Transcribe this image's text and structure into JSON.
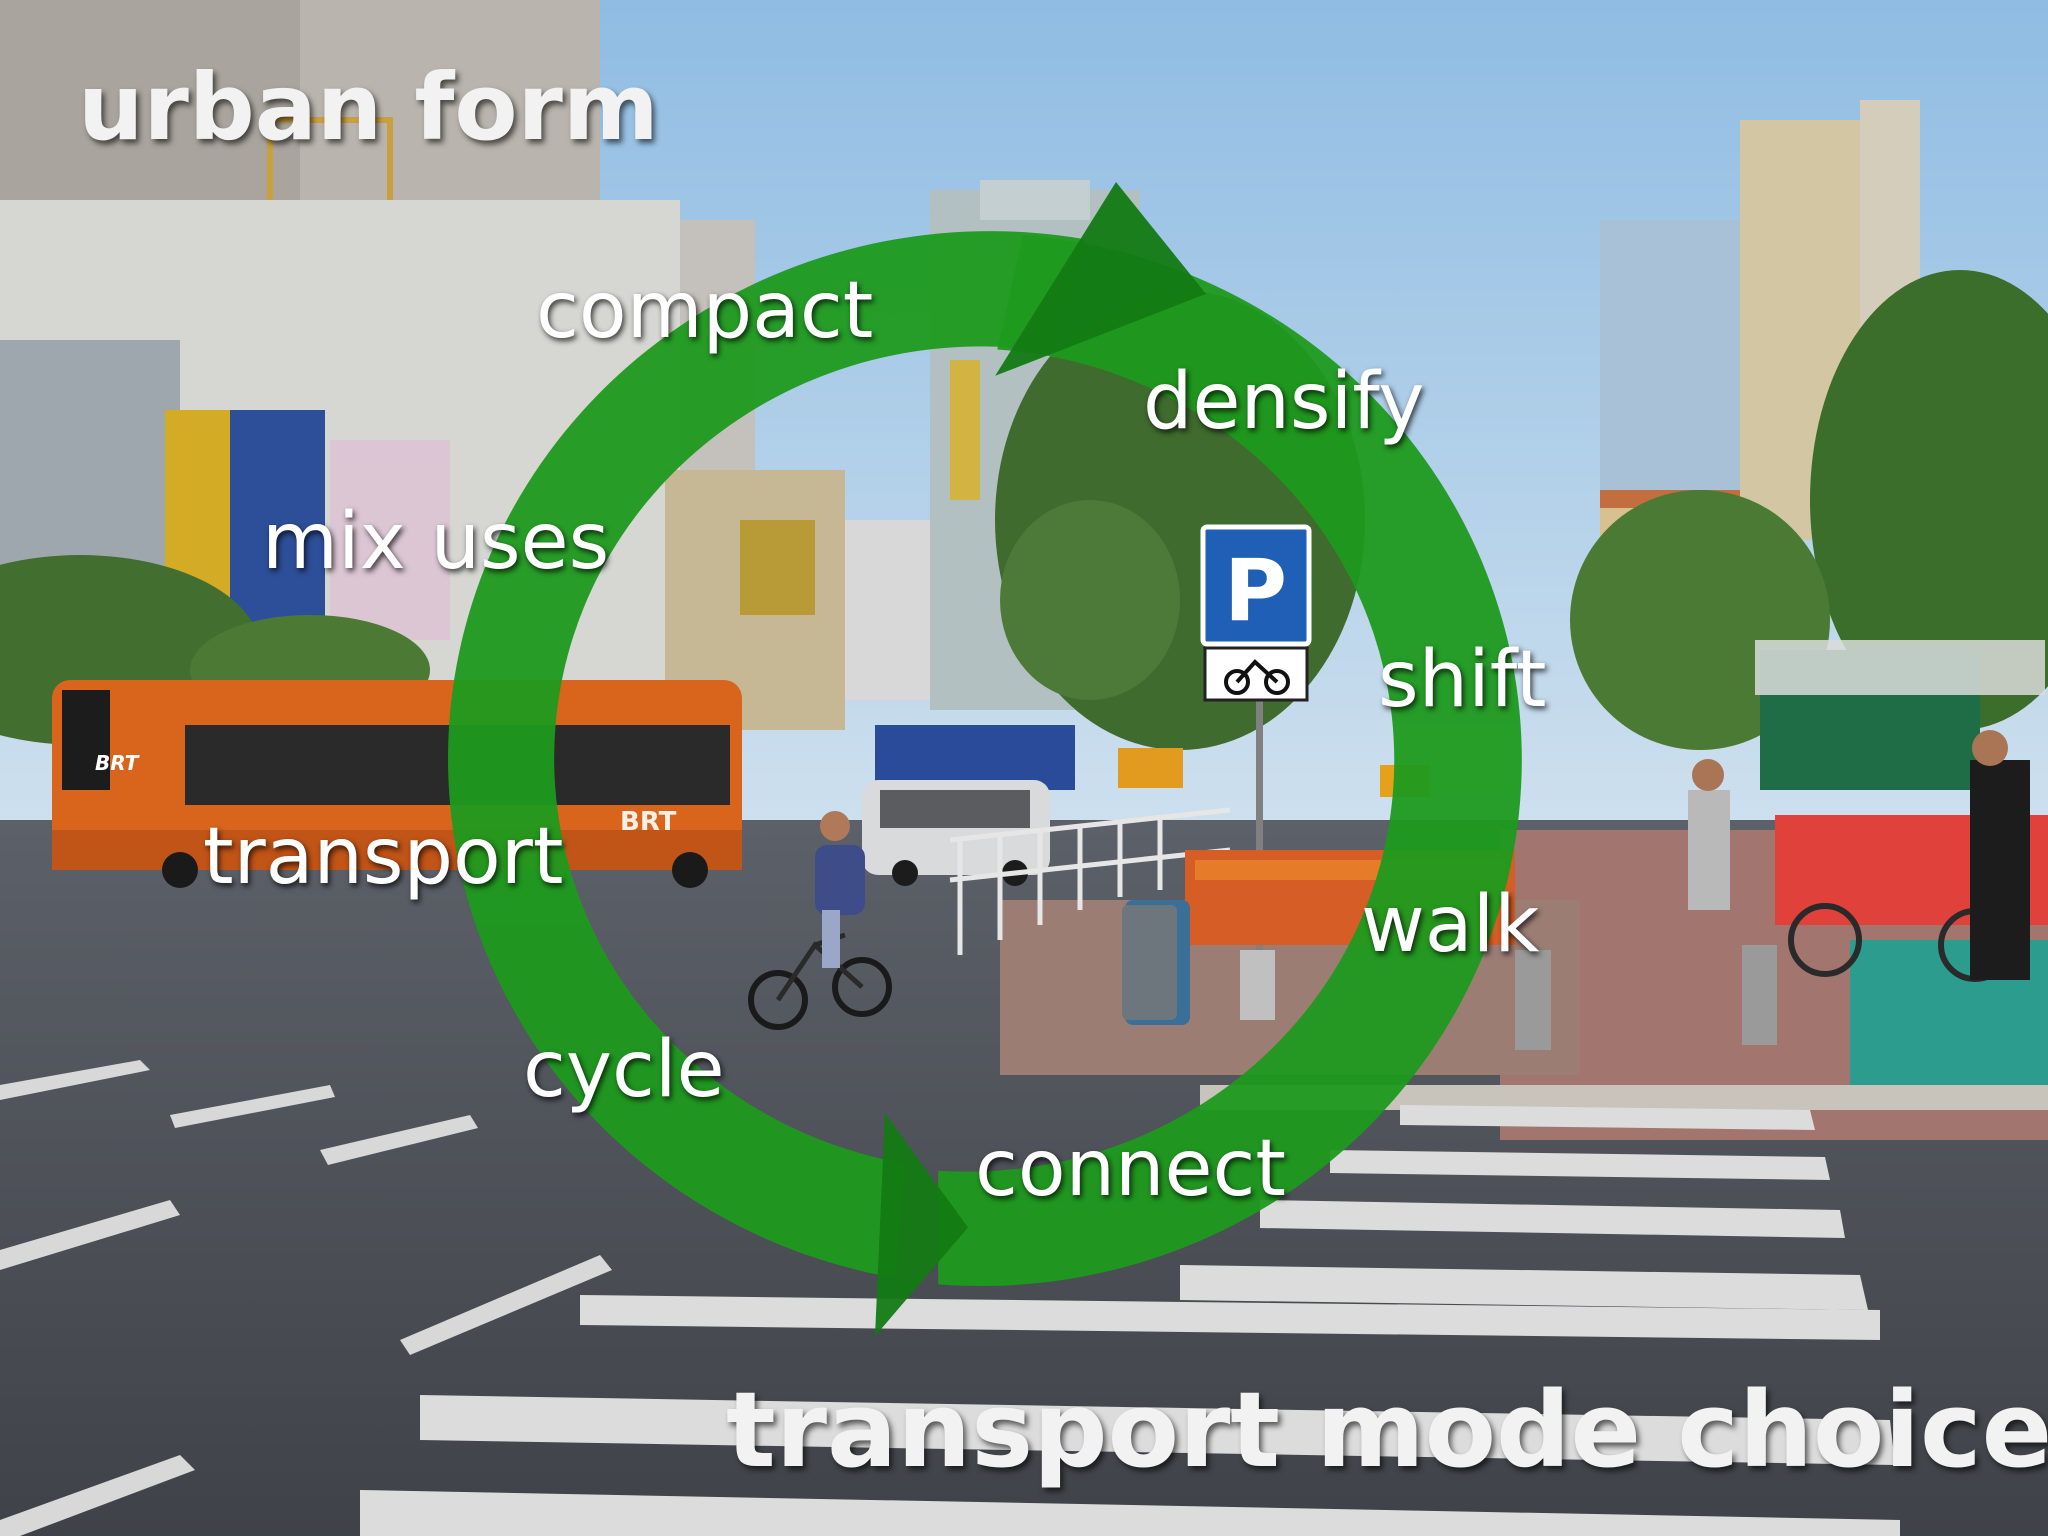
{
  "titles": {
    "urban_form": "urban form",
    "transport_mode_choices": "transport mode choices"
  },
  "cycle_words": {
    "compact": "compact",
    "densify": "densify",
    "mix_uses": "mix uses",
    "shift": "shift",
    "transport": "transport",
    "walk": "walk",
    "cycle": "cycle",
    "connect": "connect"
  },
  "bus": {
    "logo_left": "BRT",
    "logo_right": "BRT"
  },
  "signs": {
    "parking": "P"
  },
  "colors": {
    "arrow_green": "#1e9a1e",
    "arrow_green_dark": "#137a13",
    "sky": "#a8cbe8",
    "bus_orange": "#d9651c",
    "parking_blue": "#1f5fb5",
    "bike_red": "#e0413a",
    "bike_lane_teal": "#2b9c8e"
  }
}
